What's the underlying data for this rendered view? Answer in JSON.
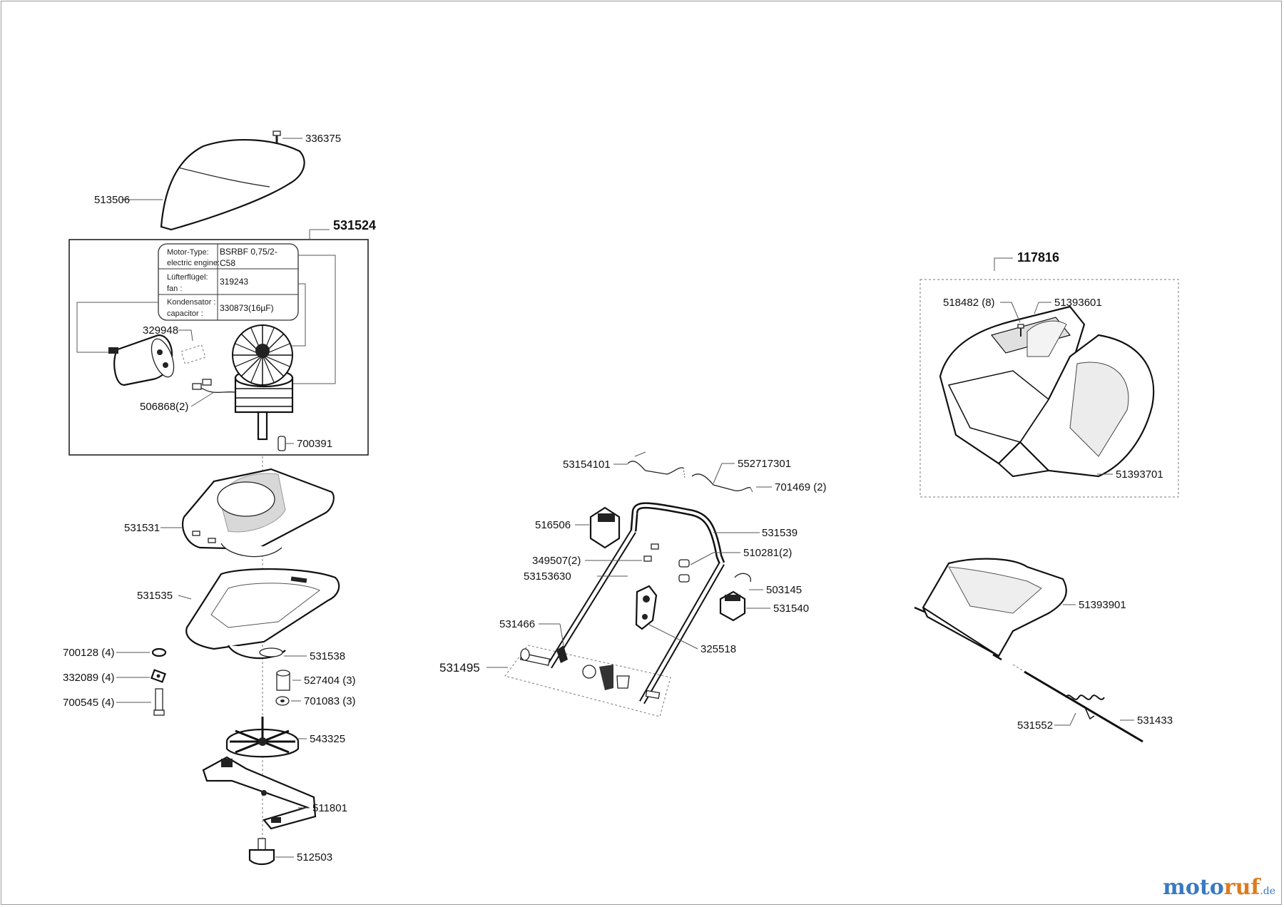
{
  "labels": {
    "p336375": "336375",
    "p513506": "513506",
    "p531524": "531524",
    "p329948": "329948",
    "p506868": "506868(2)",
    "p700391": "700391",
    "p531531": "531531",
    "p531535": "531535",
    "p531538": "531538",
    "p700128": "700128 (4)",
    "p332089": "332089 (4)",
    "p700545": "700545 (4)",
    "p527404": "527404 (3)",
    "p701083": "701083 (3)",
    "p543325": "543325",
    "p511801": "511801",
    "p512503": "512503",
    "p53154101": "53154101",
    "p552717301": "552717301",
    "p701469": "701469 (2)",
    "p516506": "516506",
    "p531539": "531539",
    "p349507": "349507(2)",
    "p510281": "510281(2)",
    "p53153630": "53153630",
    "p503145": "503145",
    "p531540": "531540",
    "p531466": "531466",
    "p325518": "325518",
    "p531495": "531495",
    "p117816": "117816",
    "p518482": "518482 (8)",
    "p51393601": "51393601",
    "p51393701": "51393701",
    "p51393901": "51393901",
    "p531552": "531552",
    "p531433": "531433"
  },
  "motor_table": {
    "row1_label_a": "Motor-Type:",
    "row1_label_b": "electric engine:",
    "row1_value_a": "BSRBF 0,75/2-",
    "row1_value_b": "C58",
    "row2_label_a": "Lüfterflügel:",
    "row2_label_b": "fan :",
    "row2_value": "319243",
    "row3_label_a": "Kondensator :",
    "row3_label_b": "capacitor :",
    "row3_value": "330873(16µF)"
  },
  "brand": {
    "part1": "moto",
    "part2": "ruf",
    "part3": ".de"
  }
}
